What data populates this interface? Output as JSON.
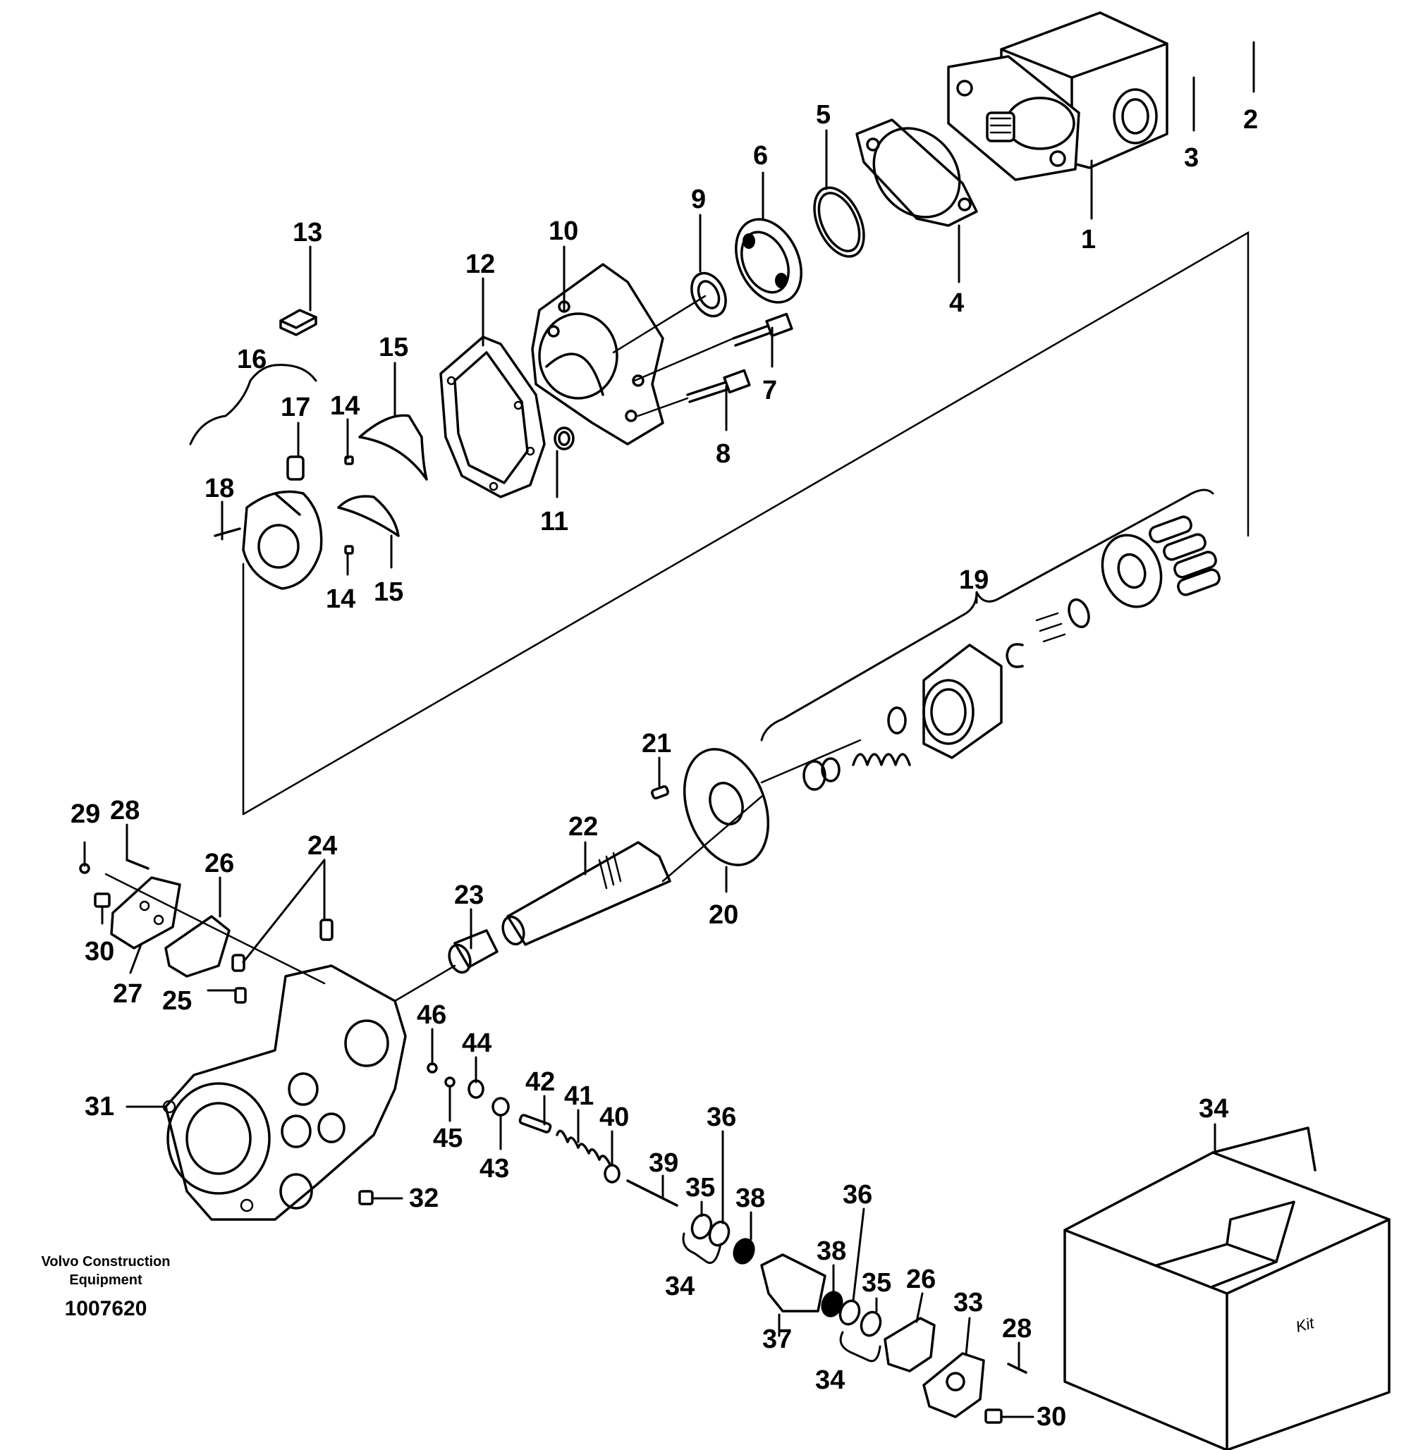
{
  "document": {
    "manufacturer": "Volvo Construction Equipment",
    "drawing_number": "1007620",
    "kit_box_label": "Kit"
  },
  "callouts": [
    {
      "id": "c1",
      "text": "1"
    },
    {
      "id": "c2",
      "text": "2"
    },
    {
      "id": "c3",
      "text": "3"
    },
    {
      "id": "c4",
      "text": "4"
    },
    {
      "id": "c5",
      "text": "5"
    },
    {
      "id": "c6",
      "text": "6"
    },
    {
      "id": "c7",
      "text": "7"
    },
    {
      "id": "c8",
      "text": "8"
    },
    {
      "id": "c9",
      "text": "9"
    },
    {
      "id": "c10",
      "text": "10"
    },
    {
      "id": "c11",
      "text": "11"
    },
    {
      "id": "c12",
      "text": "12"
    },
    {
      "id": "c13",
      "text": "13"
    },
    {
      "id": "c14a",
      "text": "14"
    },
    {
      "id": "c14b",
      "text": "14"
    },
    {
      "id": "c15a",
      "text": "15"
    },
    {
      "id": "c15b",
      "text": "15"
    },
    {
      "id": "c16",
      "text": "16"
    },
    {
      "id": "c17",
      "text": "17"
    },
    {
      "id": "c18",
      "text": "18"
    },
    {
      "id": "c19",
      "text": "19"
    },
    {
      "id": "c20",
      "text": "20"
    },
    {
      "id": "c21",
      "text": "21"
    },
    {
      "id": "c22",
      "text": "22"
    },
    {
      "id": "c23",
      "text": "23"
    },
    {
      "id": "c24",
      "text": "24"
    },
    {
      "id": "c25",
      "text": "25"
    },
    {
      "id": "c26a",
      "text": "26"
    },
    {
      "id": "c26b",
      "text": "26"
    },
    {
      "id": "c27",
      "text": "27"
    },
    {
      "id": "c28a",
      "text": "28"
    },
    {
      "id": "c28b",
      "text": "28"
    },
    {
      "id": "c29",
      "text": "29"
    },
    {
      "id": "c30a",
      "text": "30"
    },
    {
      "id": "c30b",
      "text": "30"
    },
    {
      "id": "c31",
      "text": "31"
    },
    {
      "id": "c32",
      "text": "32"
    },
    {
      "id": "c33",
      "text": "33"
    },
    {
      "id": "c34a",
      "text": "34"
    },
    {
      "id": "c34b",
      "text": "34"
    },
    {
      "id": "c34c",
      "text": "34"
    },
    {
      "id": "c35a",
      "text": "35"
    },
    {
      "id": "c35b",
      "text": "35"
    },
    {
      "id": "c36a",
      "text": "36"
    },
    {
      "id": "c36b",
      "text": "36"
    },
    {
      "id": "c37",
      "text": "37"
    },
    {
      "id": "c38a",
      "text": "38"
    },
    {
      "id": "c38b",
      "text": "38"
    },
    {
      "id": "c39",
      "text": "39"
    },
    {
      "id": "c40",
      "text": "40"
    },
    {
      "id": "c41",
      "text": "41"
    },
    {
      "id": "c42",
      "text": "42"
    },
    {
      "id": "c43",
      "text": "43"
    },
    {
      "id": "c44",
      "text": "44"
    },
    {
      "id": "c45",
      "text": "45"
    },
    {
      "id": "c46",
      "text": "46"
    }
  ]
}
